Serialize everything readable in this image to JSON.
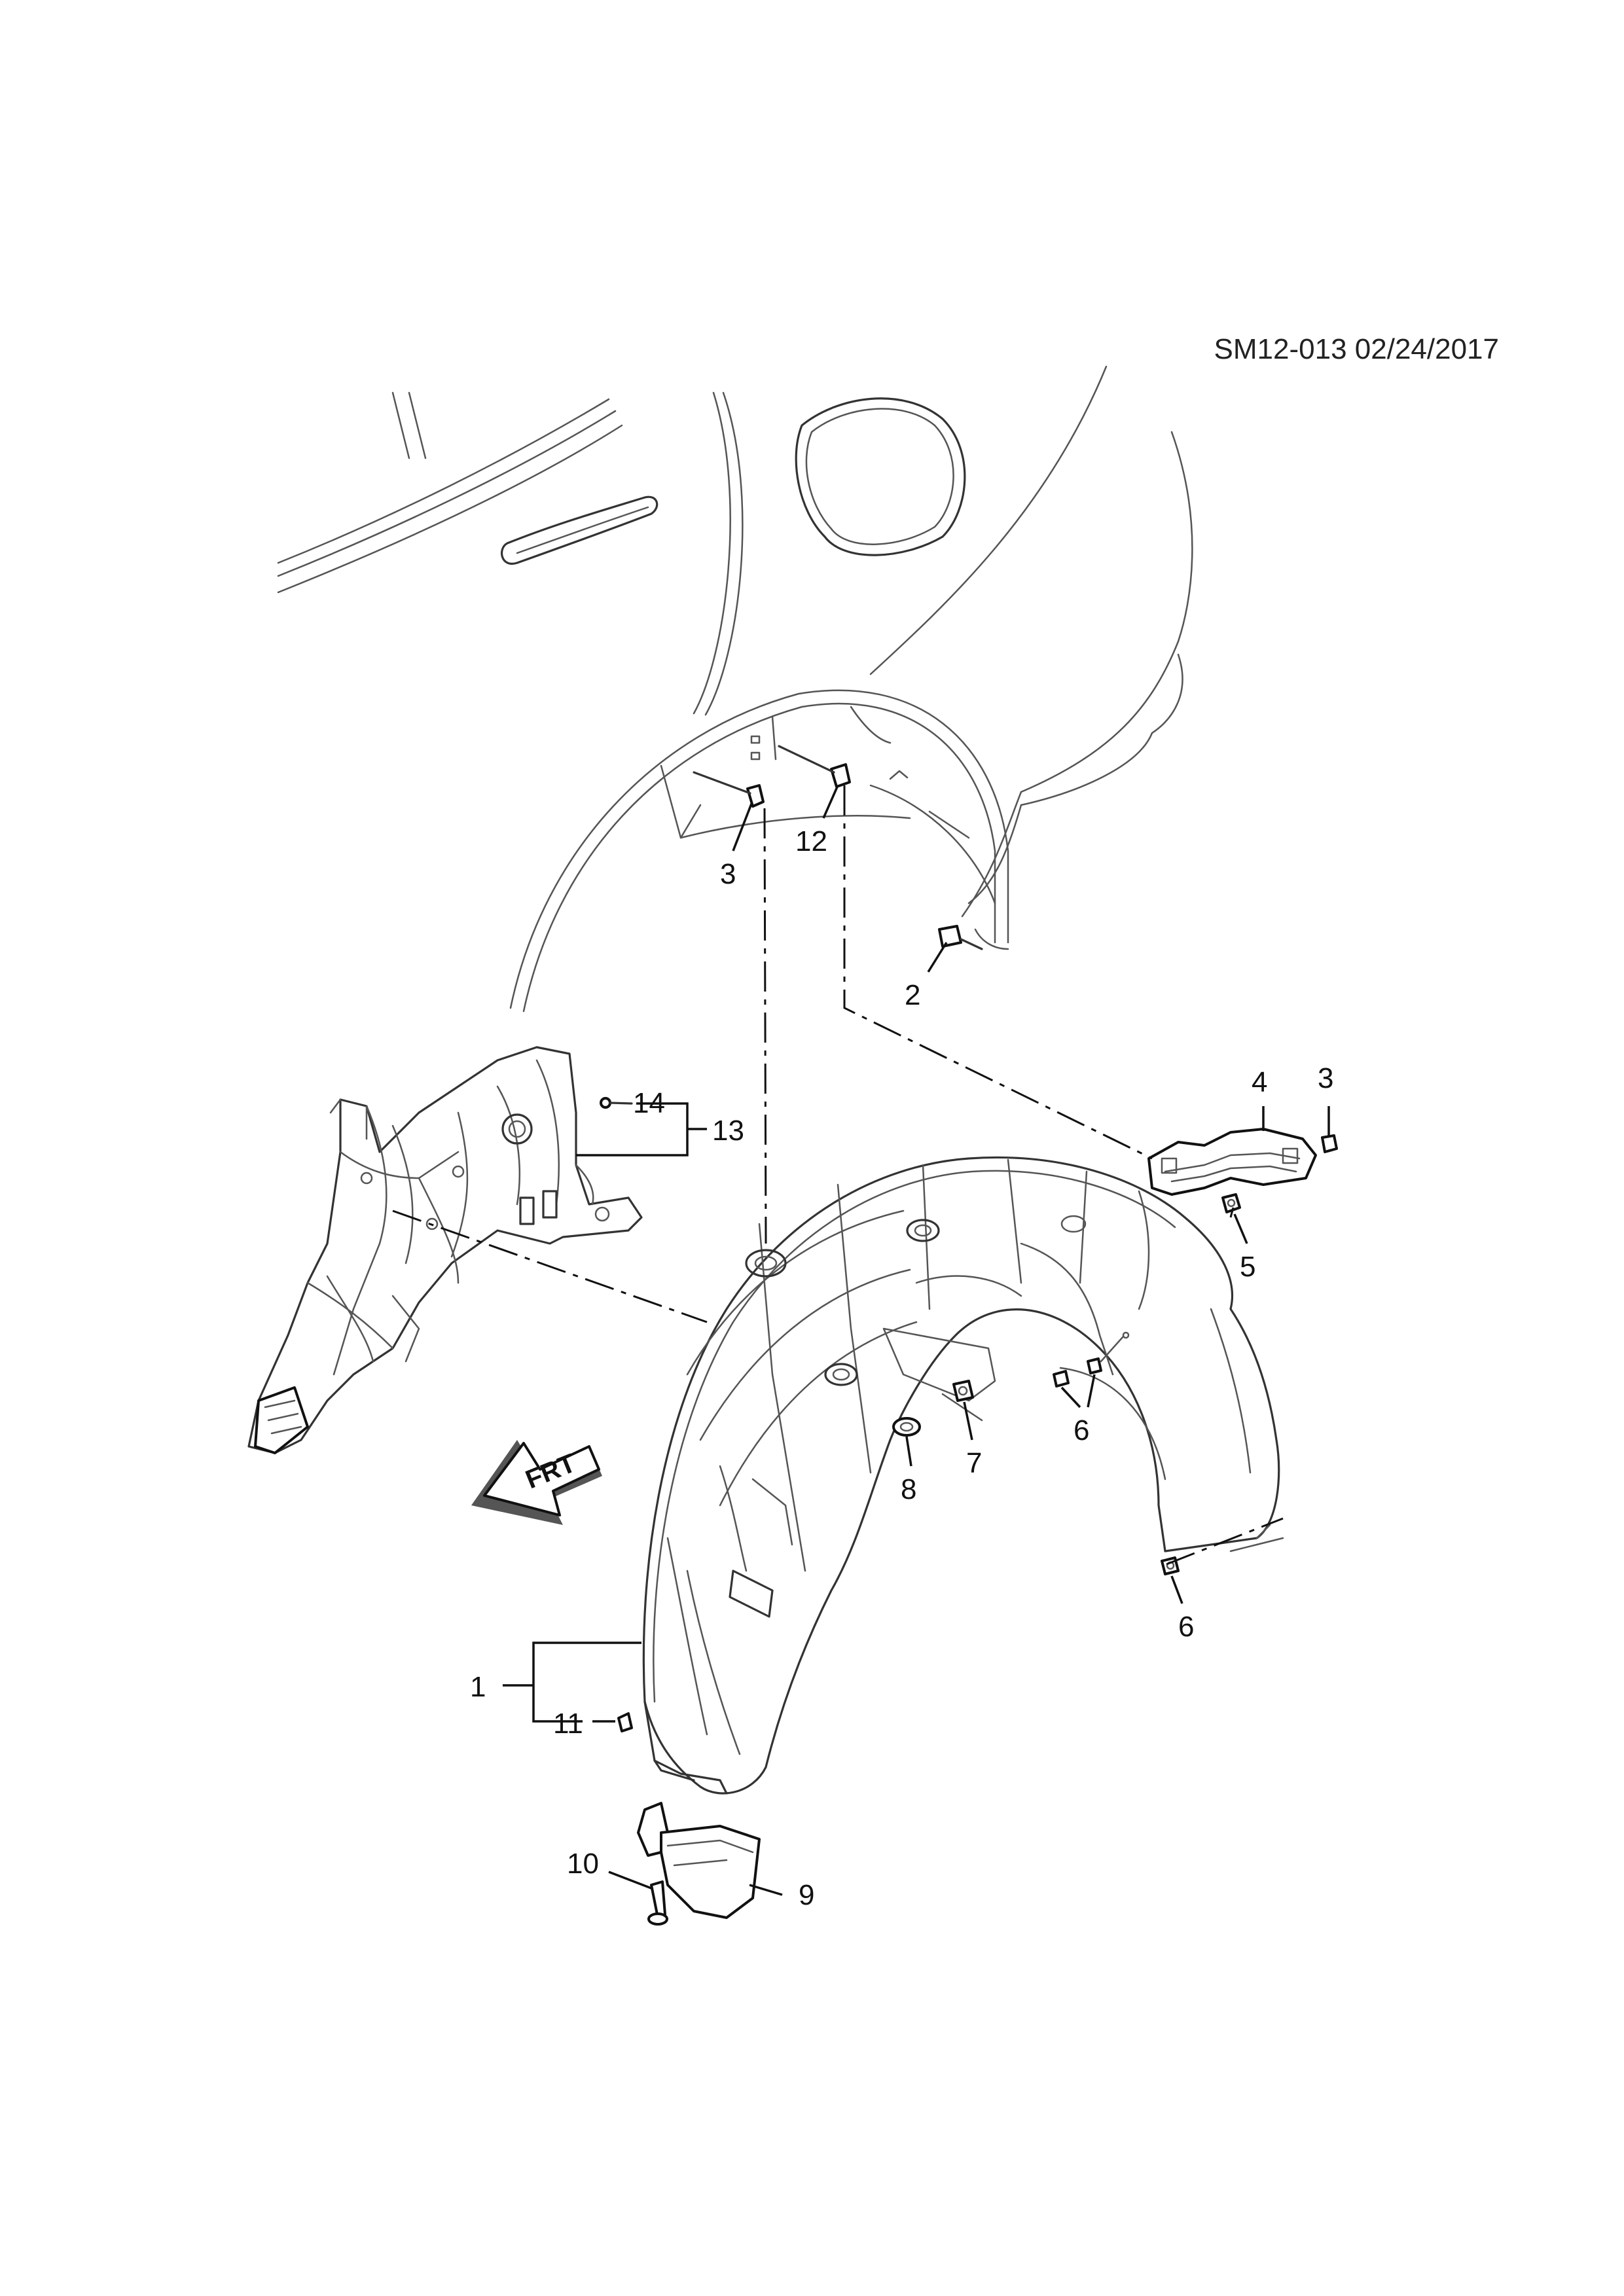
{
  "reference": "SM12-013 02/24/2017",
  "direction_arrow": {
    "label": "FRT",
    "icon": "front-direction-arrow-icon"
  },
  "callouts": {
    "c1": "1",
    "c2": "2",
    "c3a": "3",
    "c3b": "3",
    "c4": "4",
    "c5": "5",
    "c6a": "6",
    "c6b": "6",
    "c7": "7",
    "c8": "8",
    "c9": "9",
    "c10": "10",
    "c11": "11",
    "c12": "12",
    "c13": "13",
    "c14": "14"
  }
}
